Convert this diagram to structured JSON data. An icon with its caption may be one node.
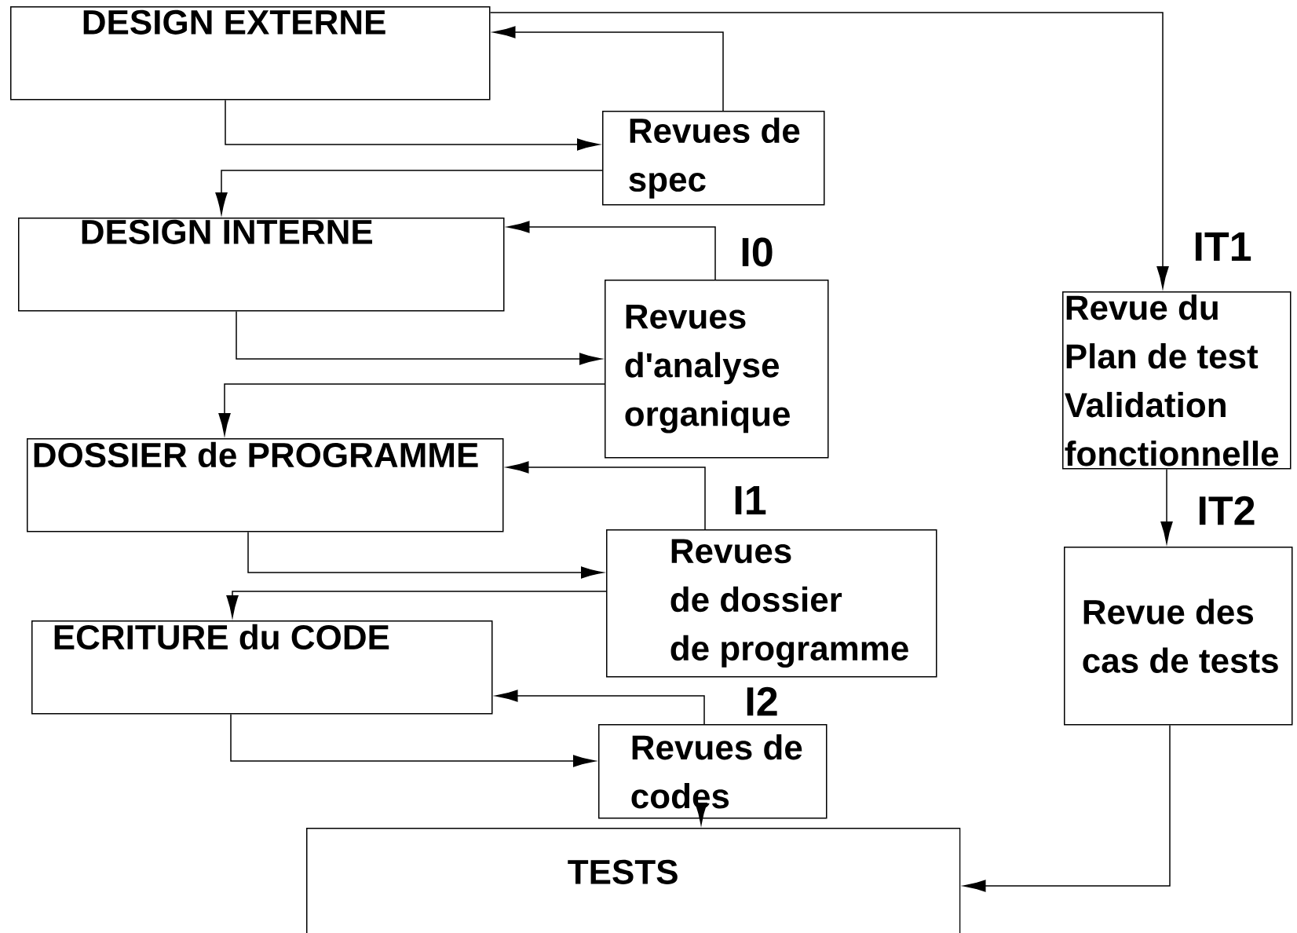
{
  "diagram": {
    "nodes": [
      {
        "text": [
          "DESIGN EXTERNE"
        ]
      },
      {
        "text": [
          "Revues de spec"
        ]
      },
      {
        "text": [
          "DESIGN INTERNE"
        ]
      },
      {
        "text": [
          "Revues d'analyse organique"
        ],
        "beside": [
          "I0"
        ]
      },
      {
        "text": [
          "DOSSIER de PROGRAMME"
        ]
      },
      {
        "text": [
          "Revues de dossier de programme"
        ],
        "beside": [
          "I1"
        ]
      },
      {
        "text": [
          "ECRITURE du CODE"
        ]
      },
      {
        "text": [
          "Revues de codes"
        ],
        "beside": [
          "I2"
        ]
      },
      {
        "text": [
          "TESTS"
        ]
      },
      {
        "text": [
          "Revue du Plan de test Validation fonctionnelle"
        ],
        "beside": [
          "IT1"
        ]
      },
      {
        "text": [
          "Revue des cas de tests"
        ],
        "beside": [
          "IT2"
        ]
      }
    ],
    "edges": [
      {
        "from": 0,
        "to": 1,
        "arrow": "to"
      },
      {
        "from": 1,
        "to": 0,
        "arrow": "to"
      },
      {
        "from": 1,
        "to": 2,
        "arrow": "to"
      },
      {
        "from": 2,
        "to": 3,
        "arrow": "to"
      },
      {
        "from": 3,
        "to": 2,
        "arrow": "to"
      },
      {
        "from": 3,
        "to": 4,
        "arrow": "to"
      },
      {
        "from": 4,
        "to": 5,
        "arrow": "to"
      },
      {
        "from": 5,
        "to": 4,
        "arrow": "to"
      },
      {
        "from": 5,
        "to": 6,
        "arrow": "to"
      },
      {
        "from": 6,
        "to": 7,
        "arrow": "to"
      },
      {
        "from": 7,
        "to": 6,
        "arrow": "to"
      },
      {
        "from": 7,
        "to": 8,
        "arrow": "to"
      },
      {
        "from": 0,
        "to": 9,
        "arrow": "to"
      },
      {
        "from": 9,
        "to": 10,
        "arrow": "to"
      },
      {
        "from": 10,
        "to": 8,
        "arrow": "to"
      }
    ]
  }
}
